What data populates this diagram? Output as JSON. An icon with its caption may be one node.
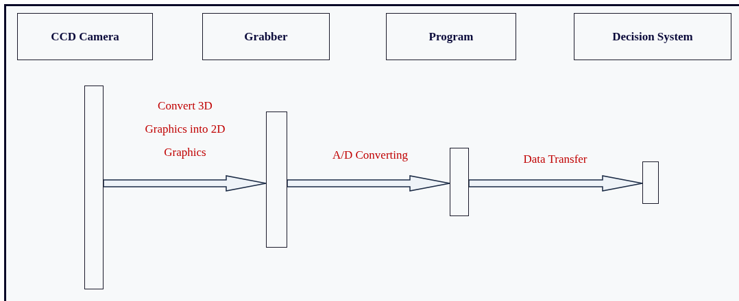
{
  "diagram": {
    "nodes": [
      {
        "text": [
          "CCD Camera"
        ]
      },
      {
        "text": [
          "Grabber"
        ]
      },
      {
        "text": [
          "Program"
        ]
      },
      {
        "text": [
          "Decision System"
        ]
      },
      {
        "text": [],
        "shape": "bar"
      },
      {
        "text": [],
        "shape": "bar"
      },
      {
        "text": [],
        "shape": "bar"
      },
      {
        "text": [],
        "shape": "bar"
      }
    ],
    "edges": [
      {
        "from": 4,
        "to": 5,
        "arrow": "to",
        "label": "Convert 3D Graphics into 2D Graphics"
      },
      {
        "from": 5,
        "to": 6,
        "arrow": "to",
        "label": "A/D Converting"
      },
      {
        "from": 6,
        "to": 7,
        "arrow": "to",
        "label": "Data Transfer"
      }
    ]
  }
}
